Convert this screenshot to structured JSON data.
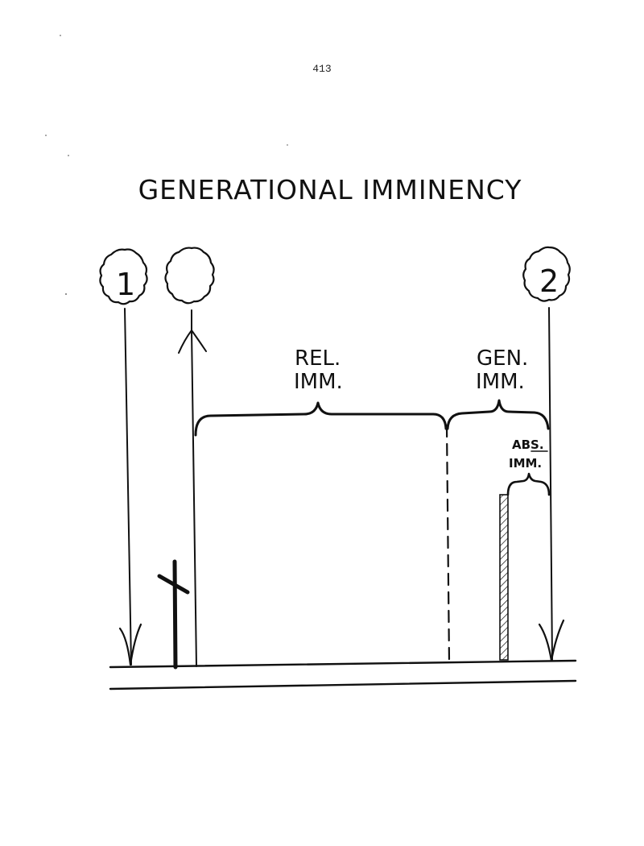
{
  "page_number": "413",
  "title": "GENERATIONAL IMMINENCY",
  "markers": {
    "first": "1",
    "second": "2"
  },
  "labels": {
    "rel_imm": [
      "REL.",
      "IMM."
    ],
    "gen_imm": [
      "GEN.",
      "IMM."
    ],
    "abs_imm": [
      "ABS.",
      "IMM."
    ]
  },
  "colors": {
    "ink": "#111111",
    "paper": "#ffffff"
  },
  "icons": [
    "balloon-icon",
    "cross-icon",
    "arrow-down-icon",
    "hatched-bar"
  ]
}
